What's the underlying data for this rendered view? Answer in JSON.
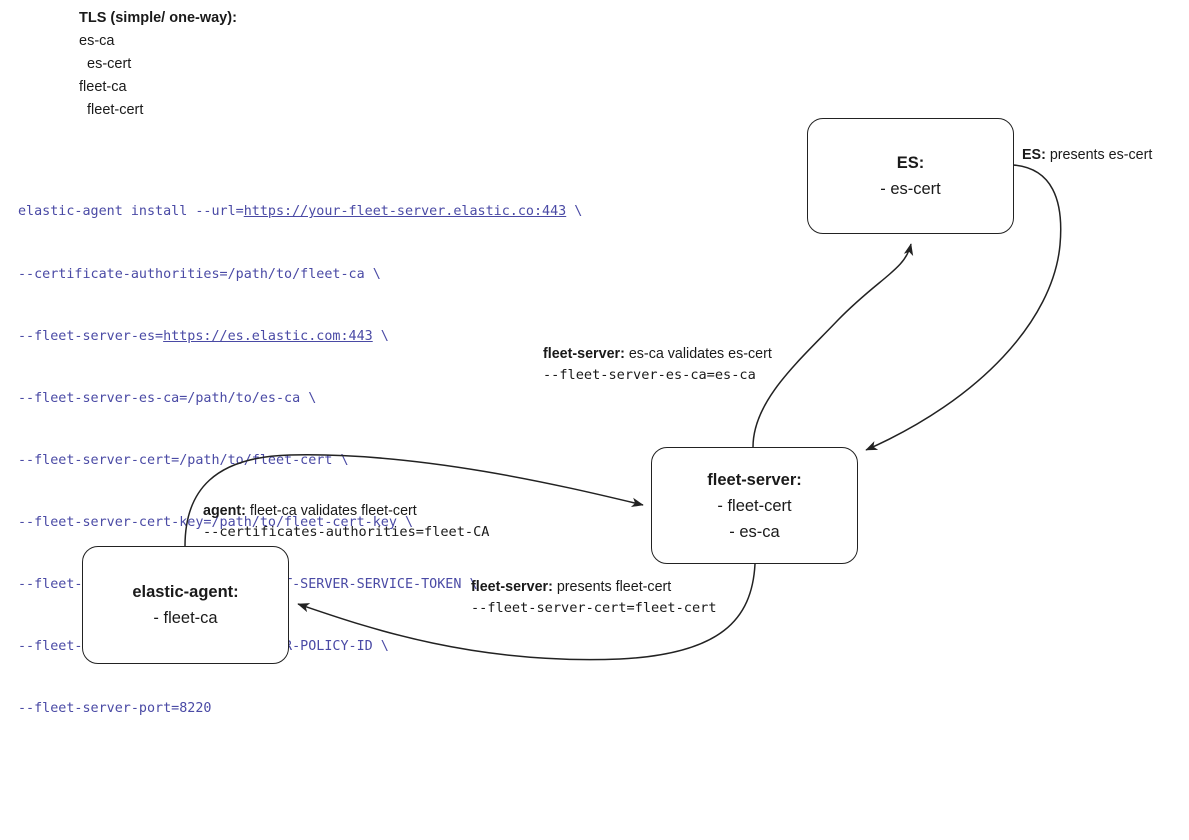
{
  "legend": {
    "title": "TLS (simple/ one-way):",
    "lines": [
      {
        "text": "es-ca",
        "indent": 1
      },
      {
        "text": "es-cert",
        "indent": 2
      },
      {
        "text": "fleet-ca",
        "indent": 1
      },
      {
        "text": "fleet-cert",
        "indent": 2
      }
    ]
  },
  "command": {
    "lines": [
      {
        "segments": [
          {
            "text": "elastic-agent install --url=",
            "link": false
          },
          {
            "text": "https://your-fleet-server.elastic.co:443",
            "link": true
          },
          {
            "text": " \\",
            "link": false
          }
        ]
      },
      {
        "segments": [
          {
            "text": "--certificate-authorities=/path/to/fleet-ca \\",
            "link": false
          }
        ]
      },
      {
        "segments": [
          {
            "text": "--fleet-server-es=",
            "link": false
          },
          {
            "text": "https://es.elastic.com:443",
            "link": true
          },
          {
            "text": " \\",
            "link": false
          }
        ]
      },
      {
        "segments": [
          {
            "text": "--fleet-server-es-ca=/path/to/es-ca \\",
            "link": false
          }
        ]
      },
      {
        "segments": [
          {
            "text": "--fleet-server-cert=/path/to/fleet-cert \\",
            "link": false
          }
        ]
      },
      {
        "segments": [
          {
            "text": "--fleet-server-cert-key=/path/to/fleet-cert-key \\",
            "link": false
          }
        ]
      },
      {
        "segments": [
          {
            "text": "--fleet-server-service-token=FLEET-SERVER-SERVICE-TOKEN \\",
            "link": false
          }
        ]
      },
      {
        "segments": [
          {
            "text": "--fleet-server-policy=FLEET-SERVER-POLICY-ID \\",
            "link": false
          }
        ]
      },
      {
        "segments": [
          {
            "text": "--fleet-server-port=8220",
            "link": false
          }
        ]
      }
    ]
  },
  "nodes": {
    "es": {
      "title": "ES:",
      "lines": [
        "- es-cert"
      ]
    },
    "fleet_server": {
      "title": "fleet-server:",
      "lines": [
        "- fleet-cert",
        "- es-ca"
      ]
    },
    "elastic_agent": {
      "title": "elastic-agent:",
      "lines": [
        "- fleet-ca"
      ]
    }
  },
  "edge_labels": {
    "es_presents": {
      "actor": "ES:",
      "text": " presents es-cert",
      "mono": ""
    },
    "fleet_server_validates": {
      "actor": "fleet-server:",
      "text": " es-ca validates es-cert",
      "mono": "--fleet-server-es-ca=es-ca"
    },
    "agent_validates": {
      "actor": "agent:",
      "text": " fleet-ca validates fleet-cert",
      "mono": "--certificates-authorities=fleet-CA"
    },
    "fleet_server_presents": {
      "actor": "fleet-server:",
      "text": " presents fleet-cert",
      "mono": "--fleet-server-cert=fleet-cert"
    }
  },
  "colors": {
    "code_text": "#4a4aa5",
    "node_border": "#222222",
    "edge_stroke": "#222222",
    "body_text": "#1a1a1a",
    "background": "#ffffff"
  }
}
